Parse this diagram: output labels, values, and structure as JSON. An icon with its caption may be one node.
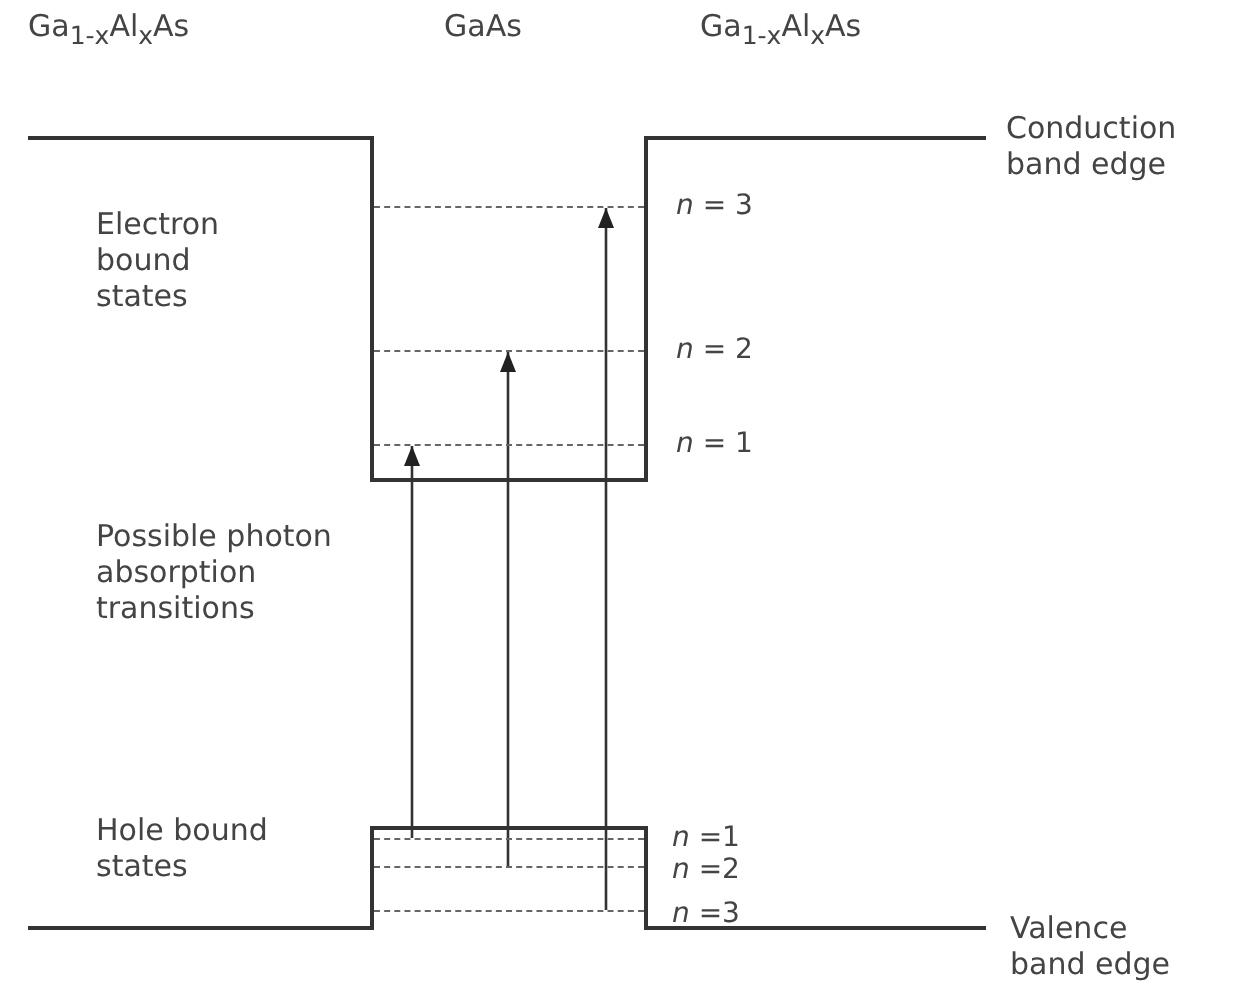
{
  "diagram": {
    "nodes": [
      {
        "text": [],
        "shape": "bar",
        "beside": [
          "*n* = 3"
        ]
      },
      {
        "text": [],
        "shape": "bar",
        "beside": [
          "*n* = 2"
        ]
      },
      {
        "text": [],
        "shape": "bar",
        "beside": [
          "*n* = 1"
        ]
      },
      {
        "text": [],
        "shape": "bar",
        "beside": [
          "*n* =1"
        ]
      },
      {
        "text": [],
        "shape": "bar",
        "beside": [
          "*n* =2"
        ]
      },
      {
        "text": [],
        "shape": "bar",
        "beside": [
          "*n* =3"
        ]
      }
    ],
    "edges": [
      {
        "from": 3,
        "to": 2,
        "arrow": "to"
      },
      {
        "from": 4,
        "to": 1,
        "arrow": "to"
      },
      {
        "from": 5,
        "to": 0,
        "arrow": "to"
      }
    ],
    "labels": [
      "Ga$_{1-x}$Al$_{x}$As",
      "GaAs",
      "Ga$_{1-x}$Al$_{x}$As",
      "Conduction band edge",
      "Electron bound states",
      "Possible photon absorption transitions",
      "Hole bound states",
      "Valence band edge"
    ]
  }
}
